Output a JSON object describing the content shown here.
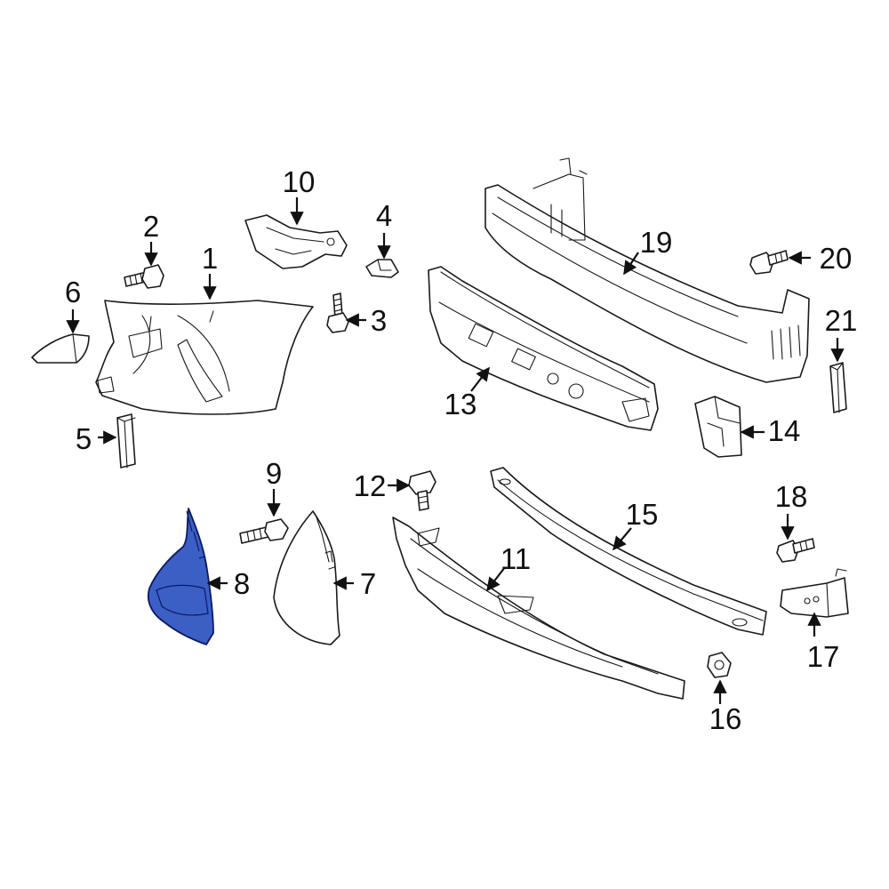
{
  "colors": {
    "background": "#ffffff",
    "line": "#1a1a1a",
    "highlight": "#3b5fc4"
  },
  "highlighted_part": "8",
  "callouts": [
    {
      "id": "1",
      "label": "1"
    },
    {
      "id": "2",
      "label": "2"
    },
    {
      "id": "3",
      "label": "3"
    },
    {
      "id": "4",
      "label": "4"
    },
    {
      "id": "5",
      "label": "5"
    },
    {
      "id": "6",
      "label": "6"
    },
    {
      "id": "7",
      "label": "7"
    },
    {
      "id": "8",
      "label": "8"
    },
    {
      "id": "9",
      "label": "9"
    },
    {
      "id": "10",
      "label": "10"
    },
    {
      "id": "11",
      "label": "11"
    },
    {
      "id": "12",
      "label": "12"
    },
    {
      "id": "13",
      "label": "13"
    },
    {
      "id": "14",
      "label": "14"
    },
    {
      "id": "15",
      "label": "15"
    },
    {
      "id": "16",
      "label": "16"
    },
    {
      "id": "17",
      "label": "17"
    },
    {
      "id": "18",
      "label": "18"
    },
    {
      "id": "19",
      "label": "19"
    },
    {
      "id": "20",
      "label": "20"
    },
    {
      "id": "21",
      "label": "21"
    }
  ]
}
